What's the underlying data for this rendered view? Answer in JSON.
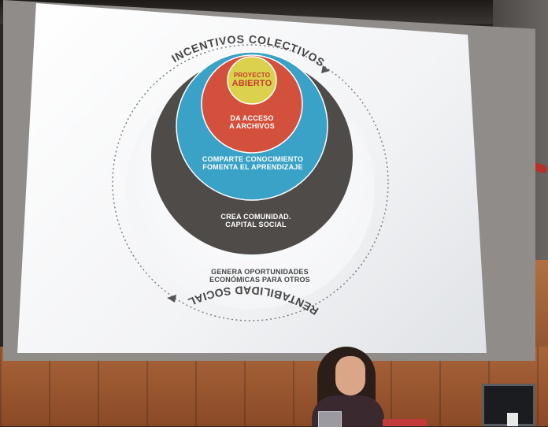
{
  "scene": "presentation-room",
  "slide": {
    "arc_top_text": "INCENTIVOS COLECTIVOS",
    "arc_bottom_text": "RENTABILIDAD SOCIAL",
    "levels": [
      {
        "text_line1": "PROYECTO",
        "text_line2": "ABIERTO",
        "color": "#dcd14c",
        "text_color": "#c2392e"
      },
      {
        "text_line1": "DA ACCESO",
        "text_line2": "A ARCHIVOS",
        "color": "#d3503d",
        "text_color": "#ffffff"
      },
      {
        "text_line1": "COMPARTE CONOCIMIENTO",
        "text_line2": "FOMENTA EL APRENDIZAJE",
        "color": "#3aa1c7",
        "text_color": "#ffffff"
      },
      {
        "text_line1": "CREA COMUNIDAD.",
        "text_line2": "CAPITAL SOCIAL",
        "color": "#4f4b49",
        "text_color": "#ffffff"
      },
      {
        "text_line1": "GENERA OPORTUNIDADES",
        "text_line2": "ECONÓMICAS PARA OTROS",
        "color": "#ffffff",
        "text_color": "#444444"
      }
    ],
    "colors": {
      "background": "#f3f4f6",
      "dotted_ring": "#777777",
      "arc_text": "#444444"
    }
  }
}
